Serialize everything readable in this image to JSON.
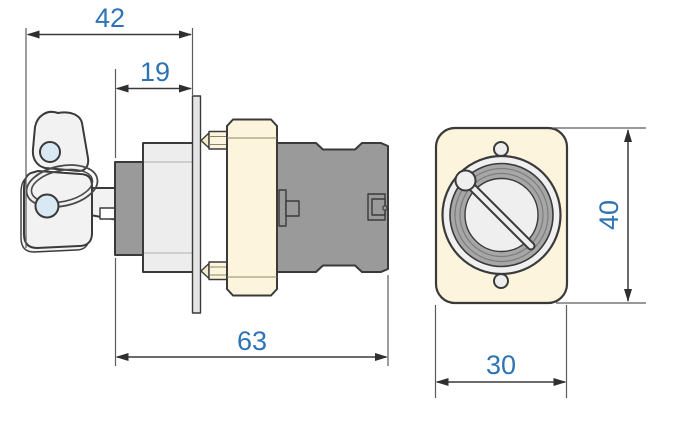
{
  "drawing": {
    "description": "Dimensional drawing of a key-operated switch: side view with key inserted and front view of mounting plate with circular bezel and key slot",
    "colors": {
      "dimension_text": "#2e74b5",
      "outline": "#3a3a3a",
      "cream": "#fdf4dd",
      "body_gray": "#9a9a9a",
      "light_gray": "#ededed",
      "panel_gray": "#e4e4e4",
      "key_hole_blue": "#d8e9f3",
      "background": "#ffffff"
    },
    "side_view": {
      "dim_key_to_panel": "42",
      "dim_head_projection": "19",
      "dim_total_depth": "63"
    },
    "front_view": {
      "dim_height": "40",
      "dim_width": "30"
    }
  }
}
